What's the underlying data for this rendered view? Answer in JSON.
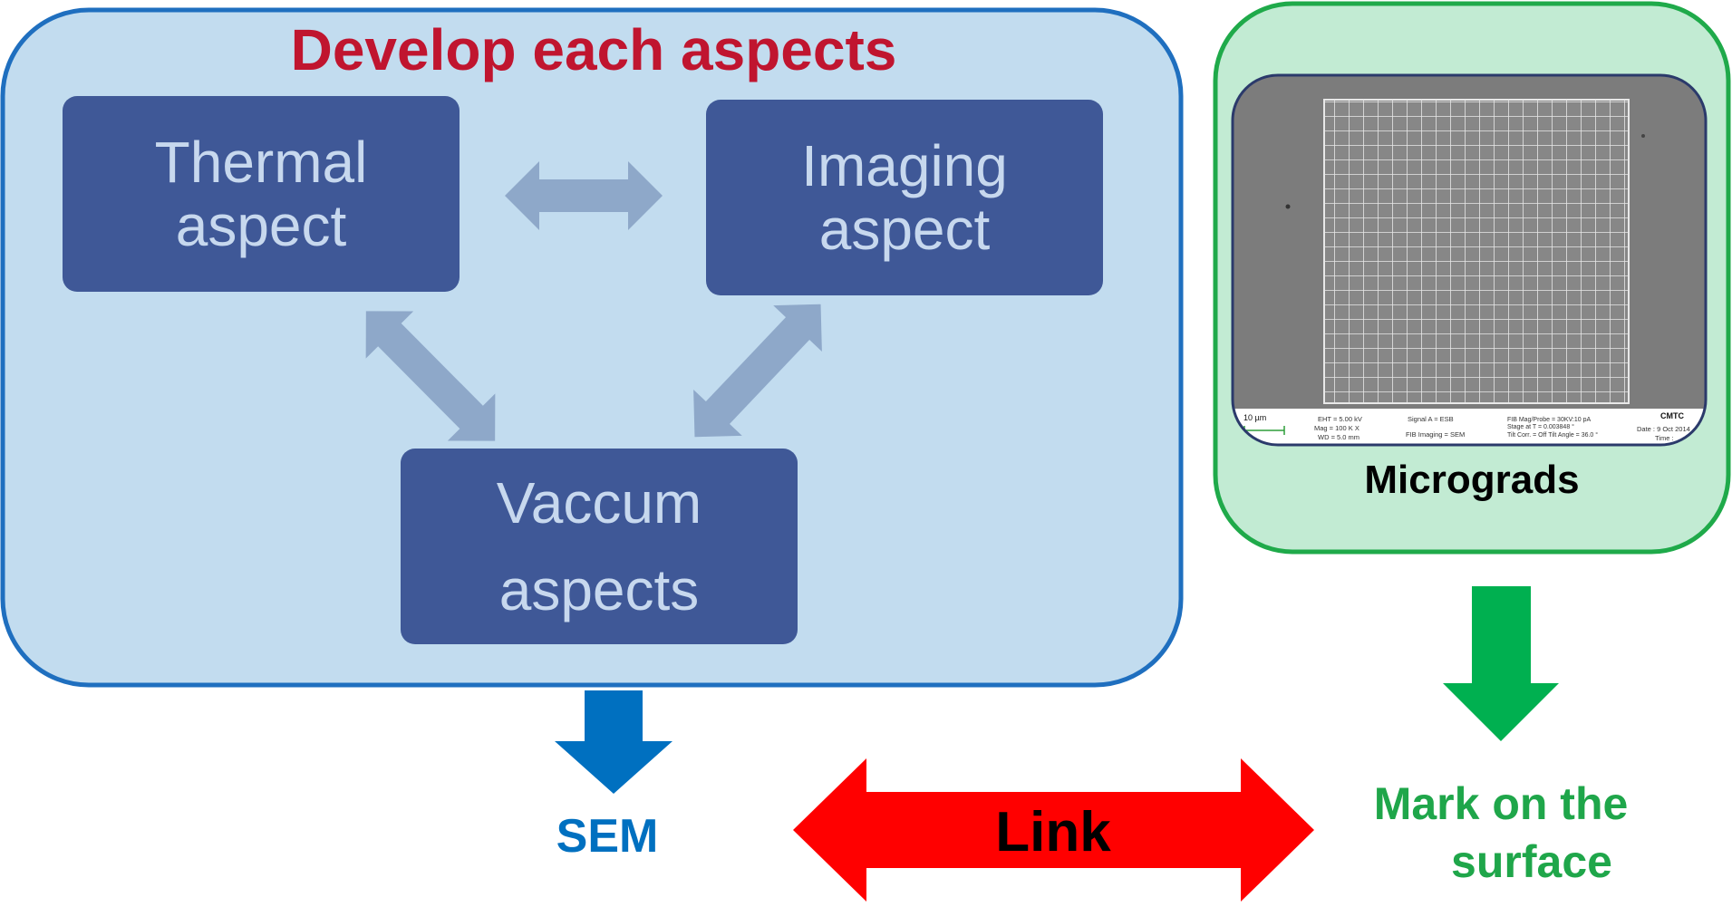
{
  "title": "Develop each aspects",
  "boxes": {
    "thermal": {
      "line1": "Thermal",
      "line2": "aspect"
    },
    "imaging": {
      "line1": "Imaging",
      "line2": "aspect"
    },
    "vacuum": {
      "line1": "Vaccum",
      "line2": "aspects"
    }
  },
  "micrograph": {
    "caption": "Micrograds",
    "scale_label": "10 µm",
    "info": {
      "eht": "EHT = 5.00 kV",
      "mag": "Mag = 100 K X",
      "wd": "WD = 5.0 mm",
      "signal": "Signal A = ESB",
      "fib": "FIB Imaging = SEM",
      "probe": "FIB Mag/Probe = 30KV:10 pA",
      "stage": "Stage at T = 0.003848 °",
      "tilt": "Tilt Corr. = Off   Tilt Angle = 36.0 °",
      "logo": "CMTC",
      "date": "Date : 9 Oct 2014",
      "time": "Time :"
    }
  },
  "outputs": {
    "sem": "SEM",
    "link": "Link",
    "mark_line1": "Mark on the",
    "mark_line2": "surface"
  },
  "colors": {
    "panel_fill": "#c2dcef",
    "panel_border": "#1f6fbf",
    "box_fill": "#3f5897",
    "box_text": "#c7d8ee",
    "pale_arrow": "#8ea8c9",
    "title": "#c0152f",
    "green_panel_fill": "#c2ebd3",
    "green_border": "#1faa4a",
    "sem_blue": "#0070c0",
    "green_text": "#1fa64a",
    "red_arrow": "#ff0000"
  }
}
